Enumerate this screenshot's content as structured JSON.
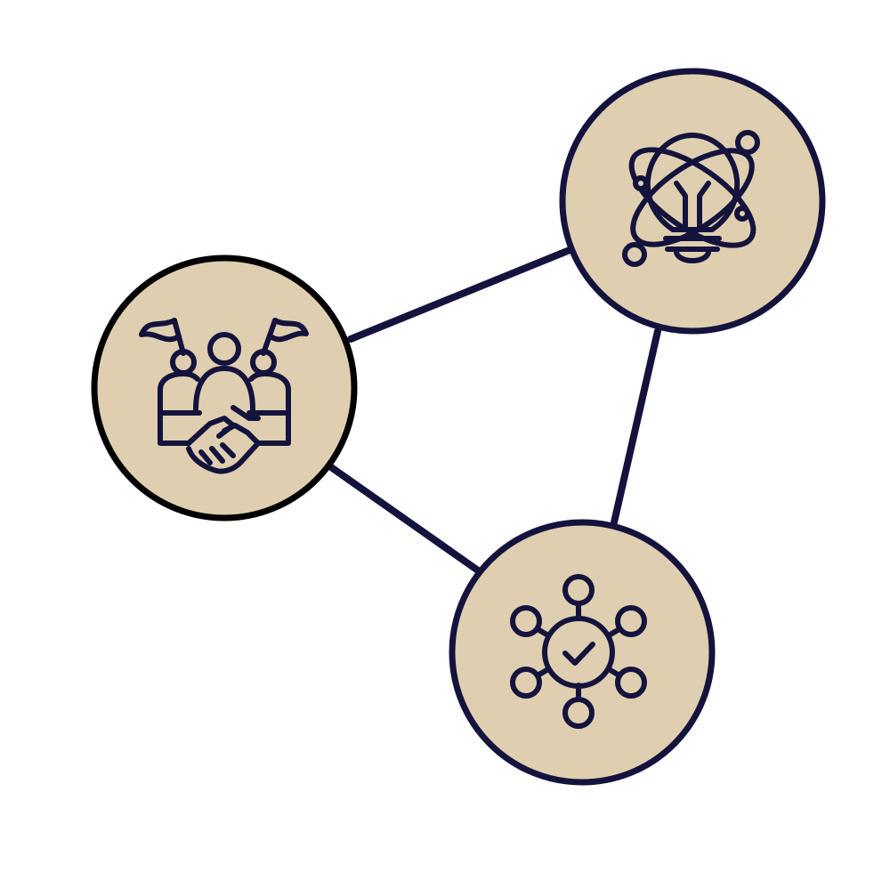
{
  "diagram": {
    "colors": {
      "background": "#ffffff",
      "node_fill": "#dfcfb0",
      "line": "#14133d",
      "icon_stroke": "#14133d",
      "highlight_border": "#000000"
    },
    "nodes": [
      {
        "id": "partnership",
        "icon": "handshake-team-icon"
      },
      {
        "id": "innovation",
        "icon": "lightbulb-atom-icon"
      },
      {
        "id": "network",
        "icon": "network-check-icon"
      }
    ],
    "edges": [
      {
        "from": "partnership",
        "to": "innovation"
      },
      {
        "from": "innovation",
        "to": "network"
      },
      {
        "from": "partnership",
        "to": "network"
      }
    ]
  }
}
